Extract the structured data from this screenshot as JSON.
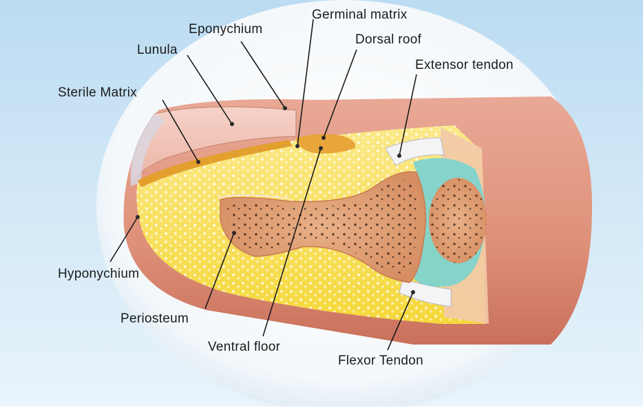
{
  "diagram": {
    "labels": {
      "germinal_matrix": "Germinal matrix",
      "eponychium": "Eponychium",
      "dorsal_roof": "Dorsal roof",
      "lunula": "Lunula",
      "extensor_tendon": "Extensor tendon",
      "sterile_matrix": "Sterile Matrix",
      "hyponychium": "Hyponychium",
      "periosteum": "Periosteum",
      "ventral_floor": "Ventral floor",
      "flexor_tendon": "Flexor Tendon"
    },
    "colors": {
      "background_top": "#bcdcf2",
      "background_bottom": "#e7f3fb",
      "skin": "#e8a592",
      "skin_dark": "#c9705c",
      "fat": "#f7e44d",
      "bone": "#e3a57a",
      "joint_cartilage": "#7fd3cd",
      "nail": "#f2c3b6"
    }
  }
}
